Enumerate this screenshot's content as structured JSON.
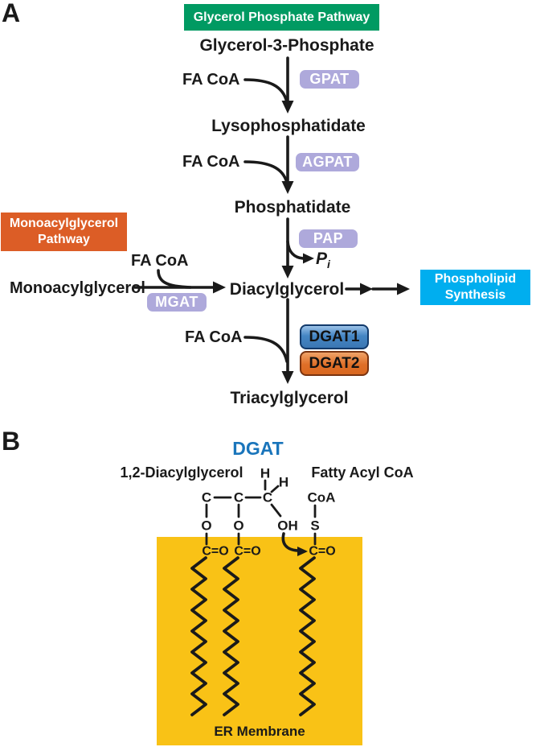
{
  "panel_a": {
    "label": "A",
    "header": "Glycerol Phosphate Pathway",
    "nodes": {
      "glycerol_3_phosphate": "Glycerol-3-Phosphate",
      "lysophosphatidate": "Lysophosphatidate",
      "phosphatidate": "Phosphatidate",
      "diacylglycerol": "Diacylglycerol",
      "triacylglycerol": "Triacylglycerol",
      "monoacylglycerol": "Monoacylglycerol"
    },
    "cofactor": "FA CoA",
    "enzymes": {
      "gpat": "GPAT",
      "agpat": "AGPAT",
      "pap": "PAP",
      "mgat": "MGAT",
      "dgat1": "DGAT1",
      "dgat2": "DGAT2"
    },
    "byproduct": {
      "symbol": "P",
      "subscript": "i"
    },
    "monoacylglycerol_pathway_box": {
      "line1": "Monoacylglycerol",
      "line2": "Pathway"
    },
    "phospholipid_synthesis_box": {
      "line1": "Phospholipid",
      "line2": "Synthesis"
    }
  },
  "panel_b": {
    "label": "B",
    "title": "DGAT",
    "substrate_left": "1,2-Diacylglycerol",
    "substrate_right": "Fatty Acyl CoA",
    "atoms": {
      "c": "C",
      "h": "H",
      "o": "O",
      "oh": "OH",
      "s": "S",
      "coa": "CoA",
      "carbonyl": "C=O"
    },
    "membrane_label": "ER Membrane"
  },
  "colors": {
    "header_green": "#009A62",
    "enzyme_lavender": "#AEA9DB",
    "mag_orange": "#DC5D26",
    "phospholipid_cyan": "#00AEEF",
    "dgat1_blue": "#4586C4",
    "dgat2_orange": "#DF6F28",
    "membrane_yellow": "#F9C216",
    "dgat_title_blue": "#1A75BB",
    "ink": "#1A1A1A"
  }
}
